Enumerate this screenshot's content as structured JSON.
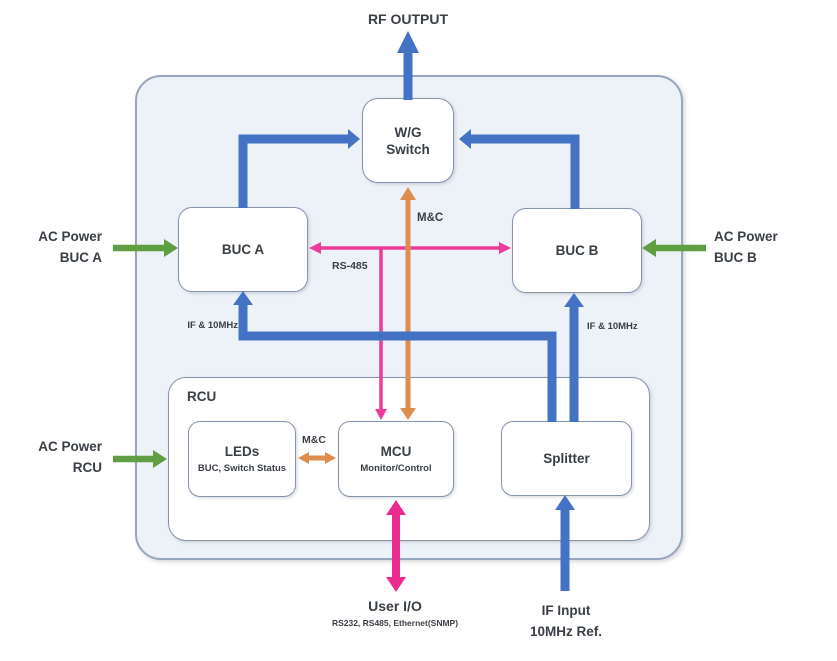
{
  "colors": {
    "blue_arrow": "#4472c4",
    "green_arrow": "#5f9e42",
    "orange_arrow": "#dd8e4f",
    "pink_arrow": "#ee3a9a",
    "pink_thick_arrow": "#ea2b8e",
    "container_fill": "#edf1f8",
    "container_border": "#97a5bd",
    "box_fill": "#ffffff",
    "box_border": "#8494ad",
    "text": "#3a3f46"
  },
  "blocks": {
    "wg_switch": {
      "line1": "W/G",
      "line2": "Switch"
    },
    "buc_a": {
      "title": "BUC A"
    },
    "buc_b": {
      "title": "BUC B"
    },
    "rcu": {
      "title": "RCU"
    },
    "leds": {
      "title": "LEDs",
      "subtitle": "BUC, Switch Status"
    },
    "mcu": {
      "title": "MCU",
      "subtitle": "Monitor/Control"
    },
    "splitter": {
      "title": "Splitter"
    }
  },
  "external_labels": {
    "rf_output": "RF OUTPUT",
    "ac_power_buc_a": {
      "line1": "AC Power",
      "line2": "BUC A"
    },
    "ac_power_buc_b": {
      "line1": "AC Power",
      "line2": "BUC B"
    },
    "ac_power_rcu": {
      "line1": "AC Power",
      "line2": "RCU"
    },
    "user_io": {
      "title": "User I/O",
      "subtitle": "RS232, RS485, Ethernet(SNMP)"
    },
    "if_input": {
      "line1": "IF Input",
      "line2": "10MHz Ref."
    }
  },
  "connection_labels": {
    "rs485": "RS-485",
    "mc_top": "M&C",
    "mc_rcu": "M&C",
    "if_10mhz_left": "IF & 10MHz",
    "if_10mhz_right": "IF & 10MHz"
  },
  "connections": [
    {
      "from": "W/G Switch",
      "to": "RF OUTPUT",
      "color": "blue_arrow",
      "bidirectional": false
    },
    {
      "from": "BUC A",
      "to": "W/G Switch",
      "color": "blue_arrow",
      "bidirectional": false
    },
    {
      "from": "BUC B",
      "to": "W/G Switch",
      "color": "blue_arrow",
      "bidirectional": false
    },
    {
      "from": "Splitter",
      "to": "BUC A",
      "label": "IF & 10MHz",
      "color": "blue_arrow",
      "bidirectional": false
    },
    {
      "from": "Splitter",
      "to": "BUC B",
      "label": "IF & 10MHz",
      "color": "blue_arrow",
      "bidirectional": false
    },
    {
      "from": "IF Input 10MHz Ref.",
      "to": "Splitter",
      "color": "blue_arrow",
      "bidirectional": false
    },
    {
      "from": "AC Power BUC A",
      "to": "BUC A",
      "color": "green_arrow",
      "bidirectional": false
    },
    {
      "from": "AC Power BUC B",
      "to": "BUC B",
      "color": "green_arrow",
      "bidirectional": false
    },
    {
      "from": "AC Power RCU",
      "to": "RCU",
      "color": "green_arrow",
      "bidirectional": false
    },
    {
      "from": "BUC A",
      "to": "BUC B",
      "label": "RS-485",
      "color": "pink_arrow",
      "bidirectional": true
    },
    {
      "from": "RS-485 bus",
      "to": "MCU",
      "color": "pink_arrow",
      "bidirectional": false
    },
    {
      "from": "W/G Switch",
      "to": "MCU",
      "label": "M&C",
      "color": "orange_arrow",
      "bidirectional": true
    },
    {
      "from": "LEDs",
      "to": "MCU",
      "label": "M&C",
      "color": "orange_arrow",
      "bidirectional": true
    },
    {
      "from": "MCU",
      "to": "User I/O",
      "color": "pink_thick_arrow",
      "bidirectional": true
    }
  ]
}
